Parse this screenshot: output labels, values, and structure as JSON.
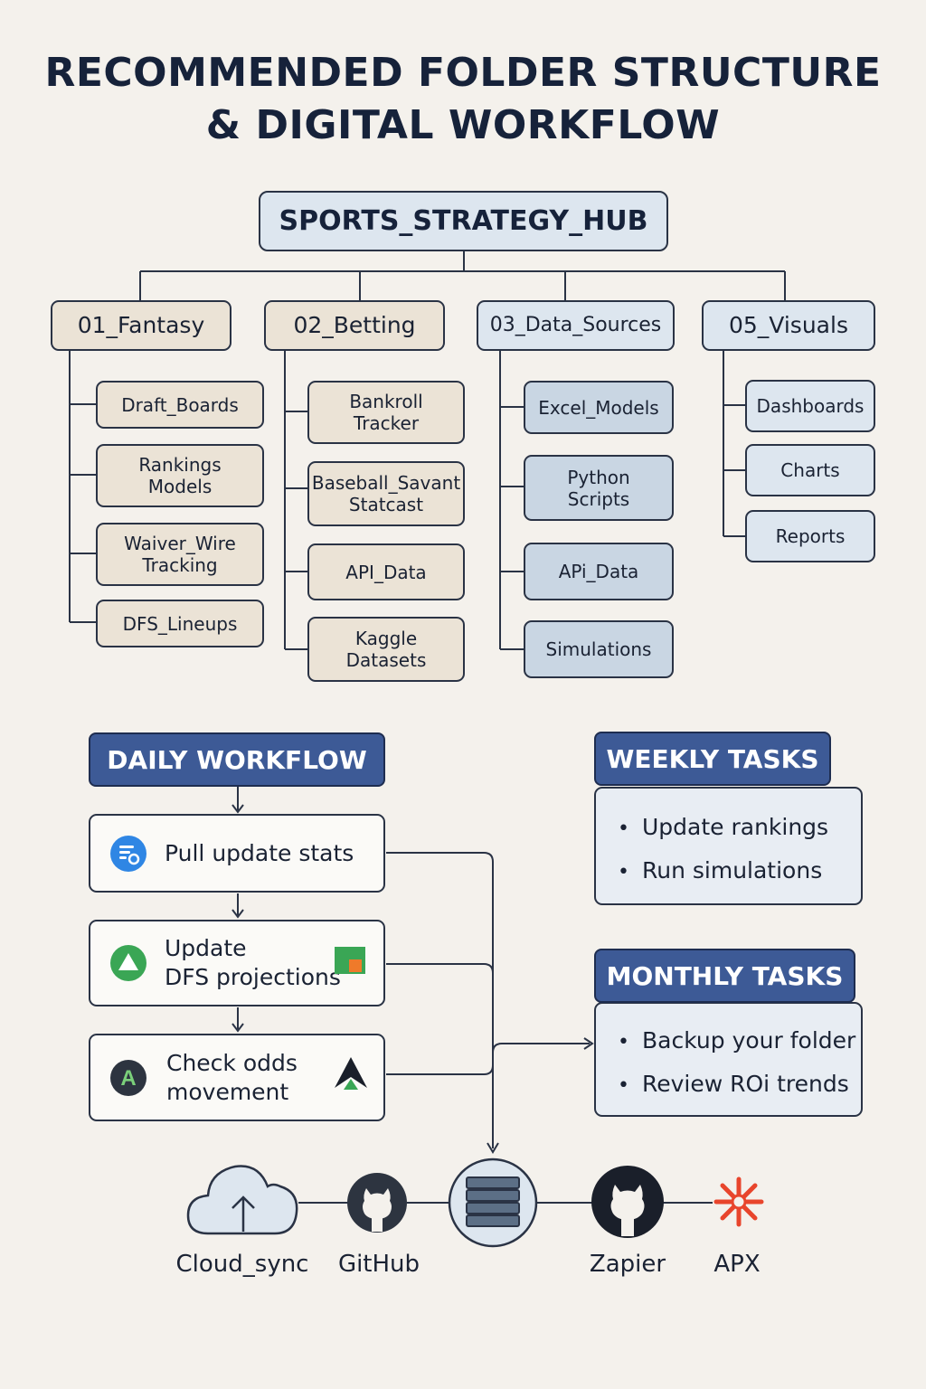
{
  "title": {
    "line1": "RECOMMENDED FOLDER STRUCTURE",
    "line2": "& DIGITAL WORKFLOW"
  },
  "tree": {
    "root": "SPORTS_STRATEGY_HUB",
    "folders": [
      {
        "name": "01_Fantasy",
        "children": [
          [
            "Draft_Boards"
          ],
          [
            "Rankings",
            "Models"
          ],
          [
            "Waiver_Wire",
            "Tracking"
          ],
          [
            "DFS_Lineups"
          ]
        ]
      },
      {
        "name": "02_Betting",
        "children": [
          [
            "Bankroll",
            "Tracker"
          ],
          [
            "Baseball_Savant",
            "Statcast"
          ],
          [
            "API_Data"
          ],
          [
            "Kaggle",
            "Datasets"
          ]
        ]
      },
      {
        "name": "03_Data_Sources",
        "children": [
          [
            "Excel_Models"
          ],
          [
            "Python",
            "Scripts"
          ],
          [
            "APi_Data"
          ],
          [
            "Simulations"
          ]
        ]
      },
      {
        "name": "05_Visuals",
        "children": [
          [
            "Dashboards"
          ],
          [
            "Charts"
          ],
          [
            "Reports"
          ]
        ]
      }
    ]
  },
  "daily": {
    "header": "DAILY WORKFLOW",
    "steps": [
      {
        "line1": "Pull update stats",
        "line2": "",
        "icon": "stats-icon"
      },
      {
        "line1": "Update",
        "line2": "DFS projections",
        "icon": "triangle-icon"
      },
      {
        "line1": "Check odds",
        "line2": "movement",
        "icon": "letter-a-icon"
      }
    ]
  },
  "weekly": {
    "header": "WEEKLY TASKS",
    "items": [
      "Update rankings",
      "Run simulations"
    ]
  },
  "monthly": {
    "header": "MONTHLY TASKS",
    "items": [
      "Backup your folder",
      "Review ROi trends"
    ]
  },
  "tools": [
    {
      "label": "Cloud_sync",
      "icon": "cloud-upload-icon"
    },
    {
      "label": "GitHub",
      "icon": "github-icon"
    },
    {
      "label": "",
      "icon": "database-icon"
    },
    {
      "label": "Zapier",
      "icon": "github-icon"
    },
    {
      "label": "APX",
      "icon": "asterisk-icon"
    }
  ],
  "colors": {
    "header_blue": "#3d5a96",
    "folder_beige": "#ebe3d6",
    "folder_blue": "#dde6ef",
    "outline": "#2a3345",
    "zapier_orange": "#e8452c"
  }
}
